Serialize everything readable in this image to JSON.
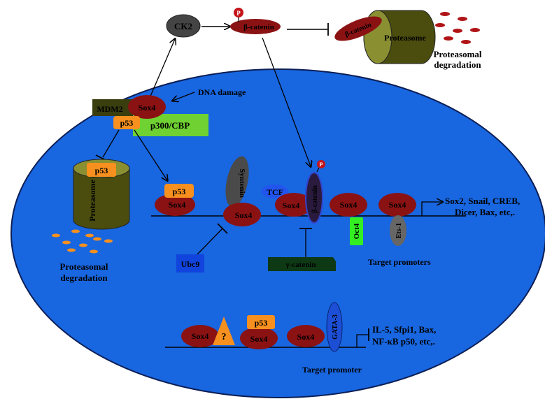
{
  "colors": {
    "cell": "#1866e0",
    "cell_stroke": "#0b1e55",
    "sox4": "#8b1213",
    "p53": "#f7901e",
    "p300": "#6fd232",
    "proteasome": "#4a4d0e",
    "proteasome_top": "#8a9032",
    "syntenin": "#4a4a4a",
    "tcf": "#2255ee",
    "oct4": "#33ee22",
    "ets1": "#666666",
    "ubc9": "#1144dd",
    "gamma_catenin": "#0d3a14",
    "mdm2": "#3a3d0e",
    "ck2": "#444444",
    "gata3": "#1c4fd6",
    "degradation_dots": "#b01417",
    "phospho": "#c4141a"
  },
  "labels": {
    "ck2": "CK2",
    "beta_catenin": "β-catenin",
    "p_badge": "P",
    "proteasome": "Proteasome",
    "proteasomal_degradation_line1": "Proteasomal",
    "proteasomal_degradation_line2": "degradation",
    "dna_damage": "DNA damage",
    "mdm2": "MDM2",
    "sox4": "Sox4",
    "p53": "p53",
    "p300_cbp": "p300/CBP",
    "syntenin": "Syntenin",
    "tcf": "TCF",
    "oct4": "Oct4",
    "ets1": "Ets-1",
    "ubc9": "Ubc9",
    "gamma_catenin": "γ-catenin",
    "target_genes_1_line1": "Sox2,  Snail, CREB,",
    "target_genes_1_line2": "Dicer, Bax, etc,.",
    "target_promoters": "Target promoters",
    "question_mark": "?",
    "gata3": "GATA-3",
    "target_genes_2_line1": "IL-5, Sfpi1, Bax,",
    "target_genes_2_line2": "NF-κB p50, etc,.",
    "target_promoter": "Target promoter"
  }
}
